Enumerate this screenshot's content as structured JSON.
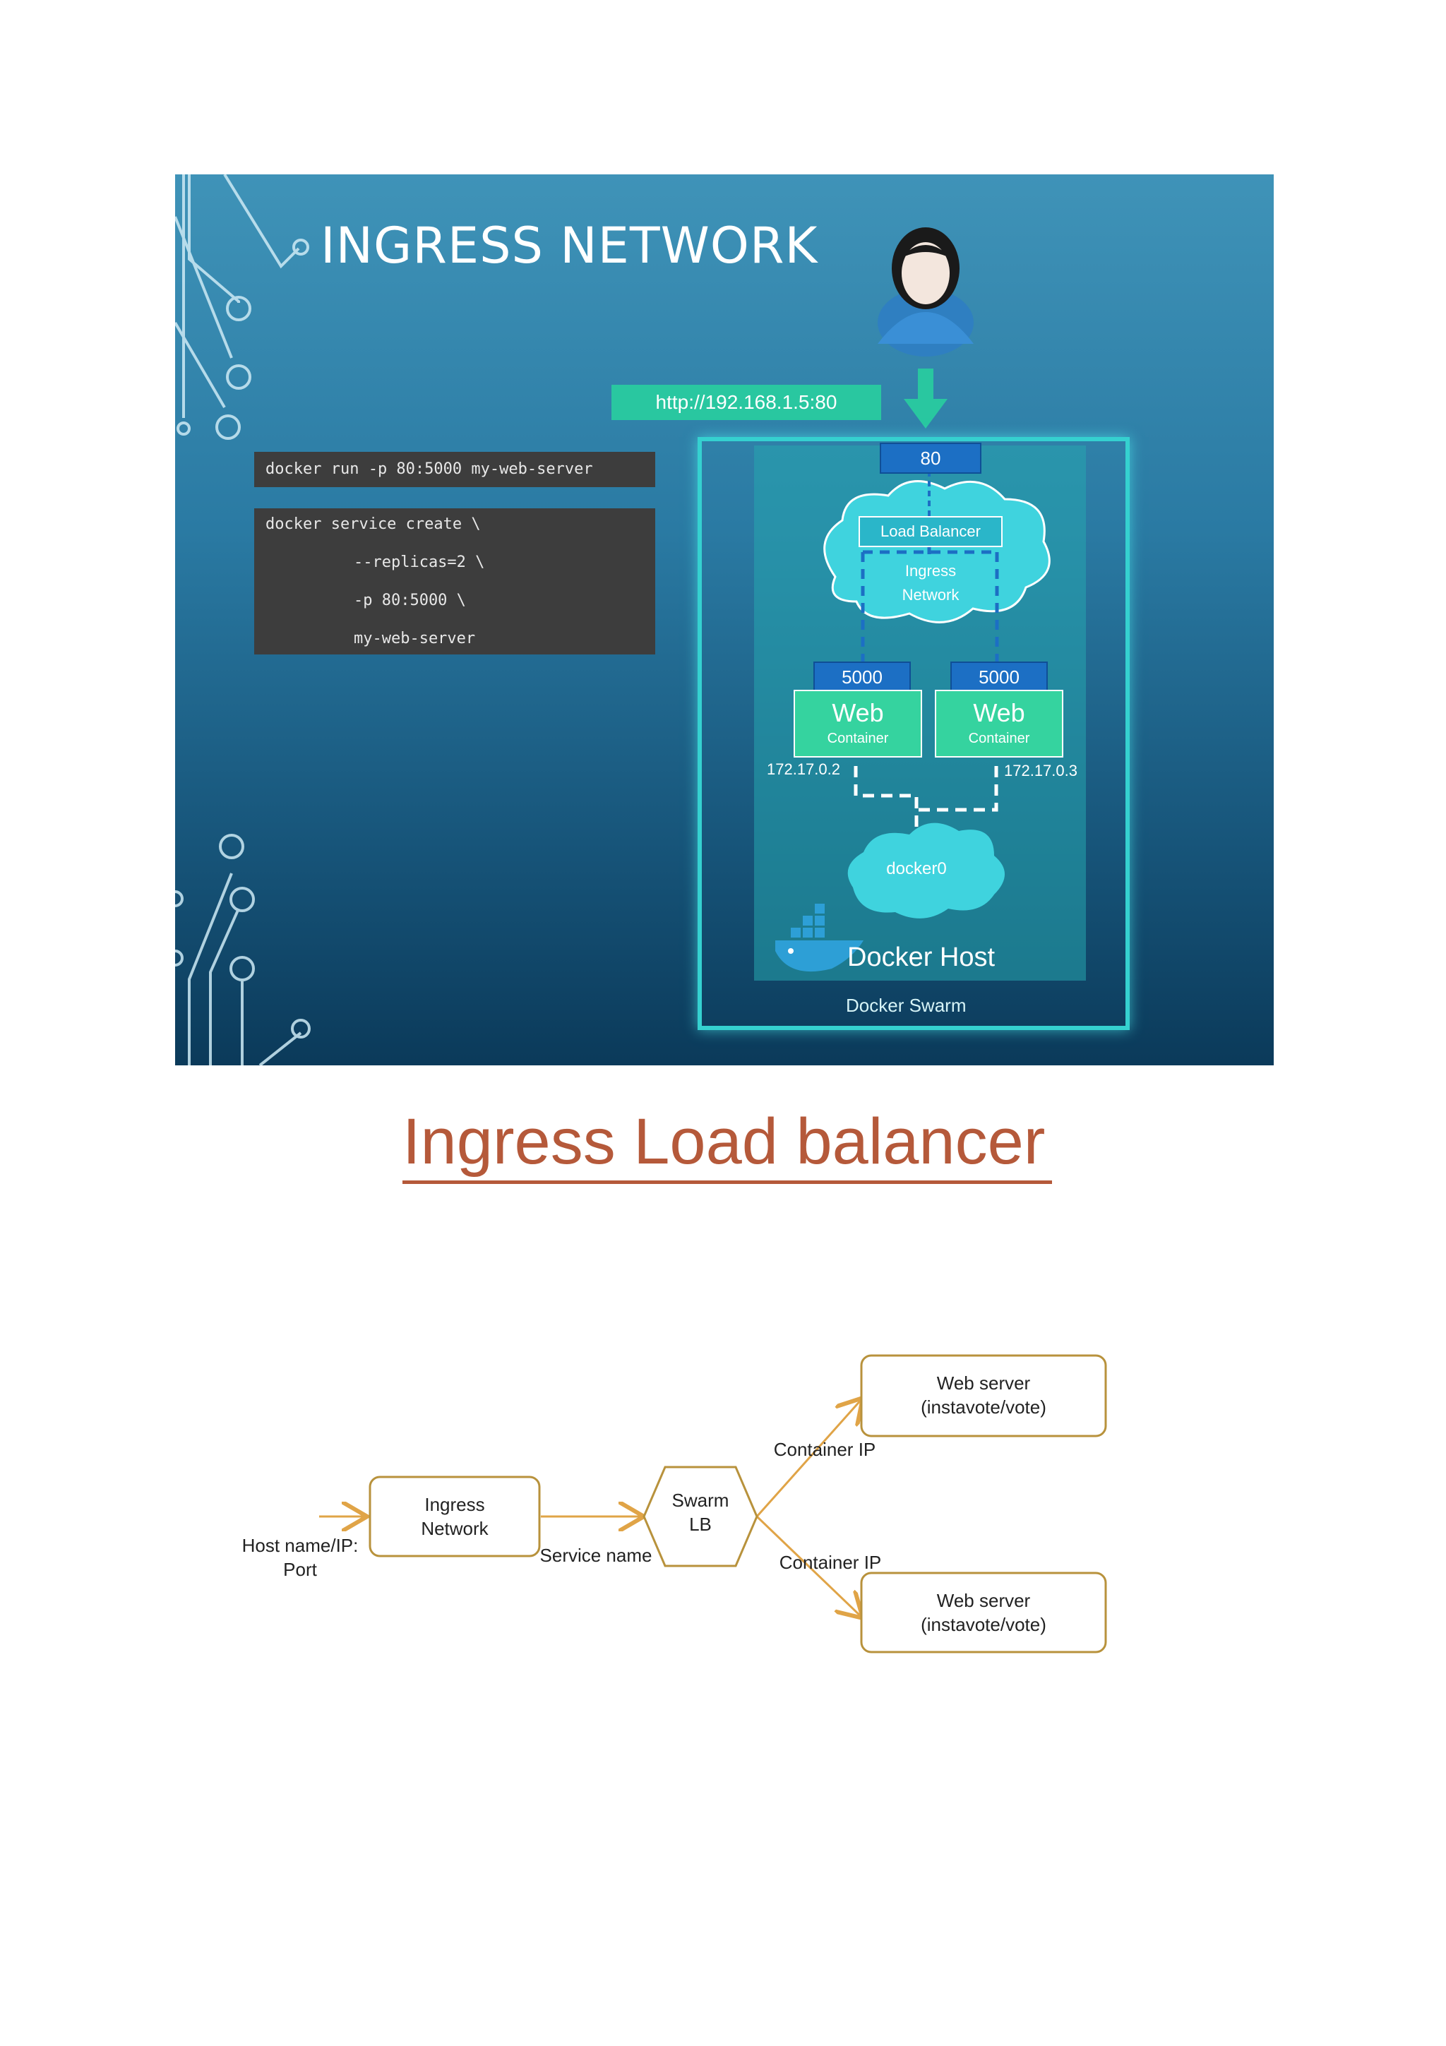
{
  "slide": {
    "title": "INGRESS NETWORK",
    "command_run": "docker run -p 80:5000 my-web-server",
    "command_service": [
      "docker service create \\",
      "    --replicas=2 \\",
      "    -p 80:5000 \\",
      "    my-web-server"
    ],
    "url": "http://192.168.1.5:80",
    "host_port": "80",
    "load_balancer": "Load Balancer",
    "ingress_network": [
      "Ingress",
      "Network"
    ],
    "container_port_1": "5000",
    "container_port_2": "5000",
    "web_1": {
      "title": "Web",
      "sub": "Container"
    },
    "web_2": {
      "title": "Web",
      "sub": "Container"
    },
    "ip_1": "172.17.0.2",
    "ip_2": "172.17.0.3",
    "bridge": "docker0",
    "docker_host": "Docker Host",
    "docker_swarm": "Docker Swarm",
    "colors": {
      "accent_green": "#29c7a0",
      "port_blue": "#1c6fc4",
      "cloud": "#3fd3de",
      "border_cyan": "#35d1d0"
    }
  },
  "section2": {
    "heading": "Ingress Load balancer",
    "heading_color": "#b5593a"
  },
  "flow": {
    "host_label": [
      "Host name/IP:",
      "Port"
    ],
    "ingress_node": [
      "Ingress",
      "Network"
    ],
    "service_label": "Service name",
    "swarm_node": [
      "Swarm",
      "LB"
    ],
    "container_ip_top": "Container IP",
    "container_ip_bottom": "Container IP",
    "web_top": [
      "Web server",
      "(instavote/vote)"
    ],
    "web_bottom": [
      "Web server",
      "(instavote/vote)"
    ],
    "colors": {
      "border": "#b8923c",
      "arrow": "#e0a447"
    }
  }
}
